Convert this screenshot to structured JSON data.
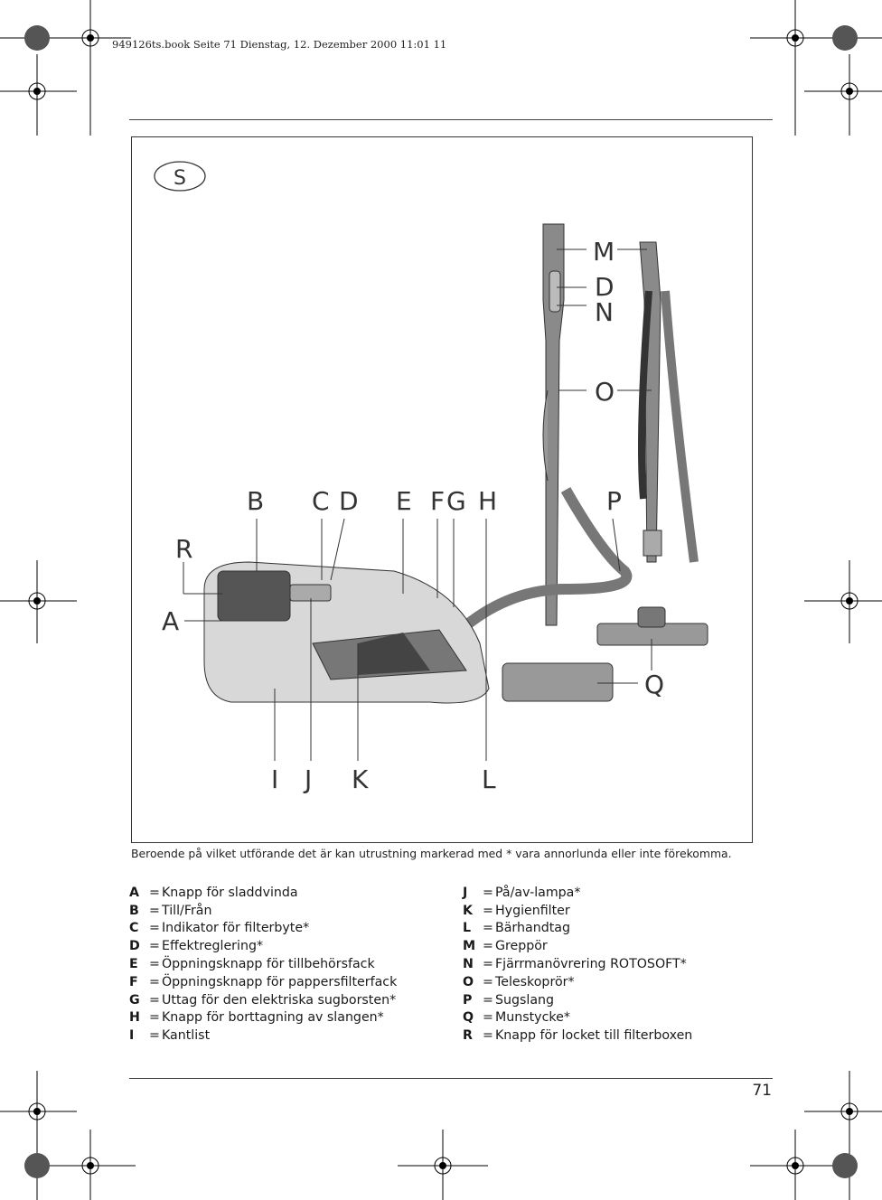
{
  "header": {
    "print_line": "949126ts.book  Seite 71  Dienstag, 12. Dezember 2000  11:01 11"
  },
  "figure": {
    "language_badge": "S",
    "callouts": {
      "M": "M",
      "D_top": "D",
      "N": "N",
      "O": "O",
      "B": "B",
      "C": "C",
      "D": "D",
      "E": "E",
      "F": "F",
      "G": "G",
      "H": "H",
      "P": "P",
      "R": "R",
      "A": "A",
      "Q": "Q",
      "I": "I",
      "J": "J",
      "K": "K",
      "L": "L"
    },
    "icon": "vacuum-cleaner-illustration"
  },
  "footnote": "Beroende på vilket utförande det är kan utrustning markerad med * vara annorlunda eller inte förekomma.",
  "legend": {
    "left": [
      {
        "letter": "A",
        "eq": "=",
        "text": "Knapp för sladdvinda"
      },
      {
        "letter": "B",
        "eq": "=",
        "text": "Till/Från"
      },
      {
        "letter": "C",
        "eq": "=",
        "text": "Indikator för filterbyte*"
      },
      {
        "letter": "D",
        "eq": "=",
        "text": "Effektreglering*"
      },
      {
        "letter": "E",
        "eq": "=",
        "text": "Öppningsknapp för tillbehörsfack"
      },
      {
        "letter": "F",
        "eq": "=",
        "text": "Öppningsknapp för pappersfilterfack"
      },
      {
        "letter": "G",
        "eq": "=",
        "text": "Uttag för den elektriska sugborsten*"
      },
      {
        "letter": "H",
        "eq": "=",
        "text": "Knapp för borttagning av slangen*"
      },
      {
        "letter": "I",
        "eq": "=",
        "text": "Kantlist"
      }
    ],
    "right": [
      {
        "letter": "J",
        "eq": "=",
        "text": "På/av-lampa*"
      },
      {
        "letter": "K",
        "eq": "=",
        "text": "Hygienfilter"
      },
      {
        "letter": "L",
        "eq": "=",
        "text": "Bärhandtag"
      },
      {
        "letter": "M",
        "eq": "=",
        "text": "Greppör"
      },
      {
        "letter": "N",
        "eq": "=",
        "text": "Fjärrmanövrering ROTOSOFT*"
      },
      {
        "letter": "O",
        "eq": "=",
        "text": "Teleskoprör*"
      },
      {
        "letter": "P",
        "eq": "=",
        "text": "Sugslang"
      },
      {
        "letter": "Q",
        "eq": "=",
        "text": "Munstycke*"
      },
      {
        "letter": "R",
        "eq": "=",
        "text": "Knapp för locket till filterboxen"
      }
    ]
  },
  "page_number": "71"
}
